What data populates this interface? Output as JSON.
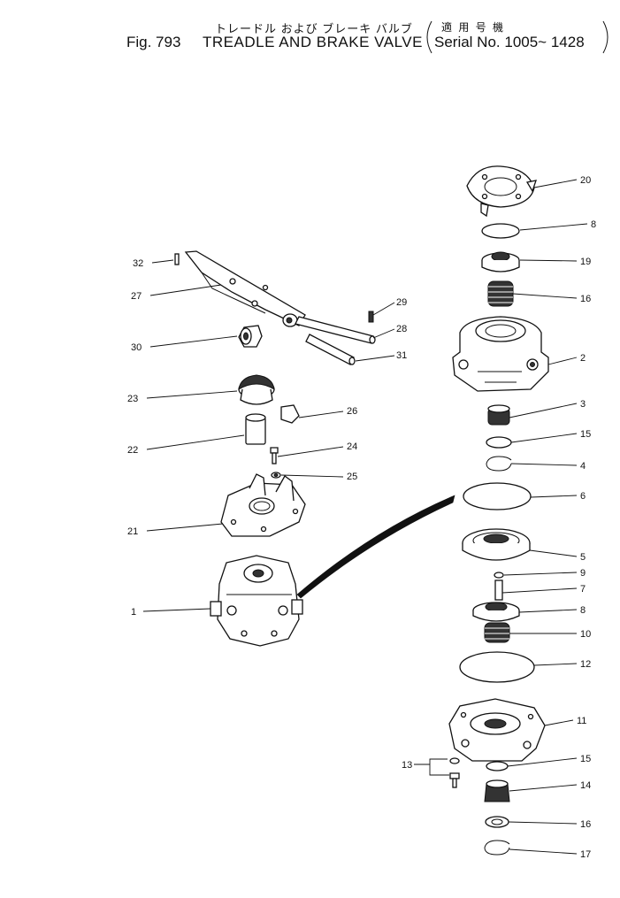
{
  "header": {
    "title_jp": "トレードル および ブレーキ バルブ",
    "fig_label": "Fig. 793",
    "title": "TREADLE AND BRAKE VALVE",
    "serial_jp": "適 用 号 機",
    "serial": "Serial No. 1005~ 1428"
  },
  "callouts": {
    "c1": "1",
    "c2": "2",
    "c3": "3",
    "c4": "4",
    "c5": "5",
    "c6": "6",
    "c7": "7",
    "c8a": "8",
    "c8b": "8",
    "c9": "9",
    "c10": "10",
    "c11": "11",
    "c12": "12",
    "c13": "13",
    "c14": "14",
    "c15a": "15",
    "c15b": "15",
    "c16a": "16",
    "c16b": "16",
    "c17": "17",
    "c19": "19",
    "c20": "20",
    "c21": "21",
    "c22": "22",
    "c23": "23",
    "c24": "24",
    "c25": "25",
    "c26": "26",
    "c27": "27",
    "c28": "28",
    "c29": "29",
    "c30": "30",
    "c31": "31",
    "c32": "32"
  }
}
